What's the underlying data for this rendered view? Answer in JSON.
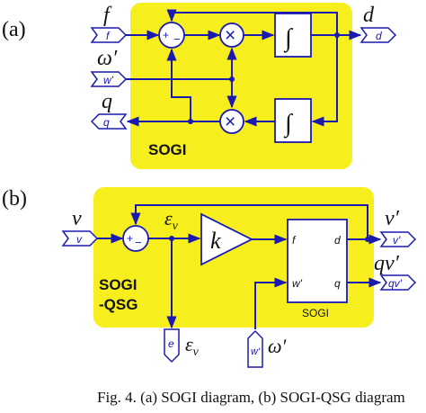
{
  "panel_a": {
    "tag": "(a)",
    "block_label": "SOGI",
    "in_f_symbol": "f",
    "in_f_port": "f",
    "in_w_symbol": "ω′",
    "in_w_port": "w'",
    "out_d_symbol": "d",
    "out_d_port": "d",
    "out_q_symbol": "q",
    "out_q_port": "q",
    "sum_plus": "+",
    "sum_minus": "−",
    "mult_glyph": "×",
    "integrator_glyph": "∫"
  },
  "panel_b": {
    "tag": "(b)",
    "block_label_1": "SOGI",
    "block_label_2": "-QSG",
    "in_v_symbol": "v",
    "in_v_port": "v",
    "sum_plus": "+",
    "sum_minus": "−",
    "err_symbol": "ε",
    "err_sub": "v",
    "gain_symbol": "k",
    "sub_port_f": "f",
    "sub_port_d": "d",
    "sub_port_w": "w'",
    "sub_port_q": "q",
    "sub_block_name": "SOGI",
    "out_v_symbol": "v′",
    "out_v_port": "v'",
    "out_qv_symbol": "qv′",
    "out_qv_port": "qv'",
    "bottom_e_port": "e",
    "bottom_e_symbol": "ε",
    "bottom_e_sub": "v",
    "bottom_w_port": "w'",
    "bottom_w_symbol": "ω′"
  },
  "caption": "Fig. 4. (a) SOGI diagram, (b) SOGI-QSG diagram"
}
